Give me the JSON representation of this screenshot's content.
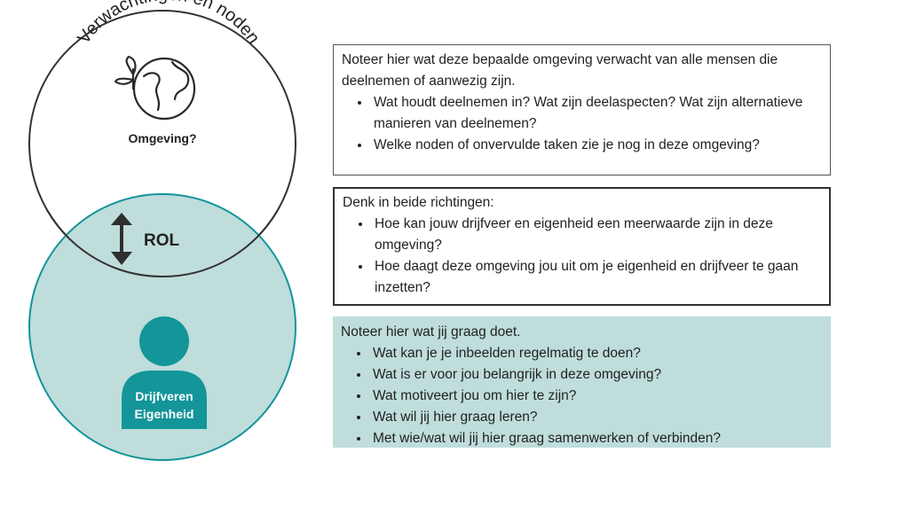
{
  "diagram": {
    "arc_text": "Verwachtingen en noden",
    "environment_label": "Omgeving?",
    "role_label": "ROL",
    "person_label_line1": "Drijfveren",
    "person_label_line2": "Eigenheid",
    "icons": [
      "globe-with-leaves-icon",
      "double-arrow-icon",
      "person-icon"
    ],
    "colors": {
      "outer_circle_stroke": "#333333",
      "inner_circle_stroke": "#13949a",
      "inner_circle_fill": "#bfdddb",
      "person_fill": "#13959a",
      "icon_stroke": "#2a2a2a"
    }
  },
  "boxes": [
    {
      "intro": "Noteer hier wat deze bepaalde omgeving verwacht van alle mensen die deelnemen of aanwezig zijn.",
      "bullets": [
        "Wat houdt deelnemen in? Wat zijn deelaspecten? Wat zijn alternatieve manieren van deelnemen?",
        "Welke noden of onvervulde taken zie je nog in deze omgeving?"
      ]
    },
    {
      "intro": "Denk in beide richtingen:",
      "bullets": [
        "Hoe kan jouw drijfveer en eigenheid een meerwaarde zijn in deze omgeving?",
        "Hoe daagt deze omgeving jou uit om je eigenheid en drijfveer te gaan inzetten?"
      ]
    },
    {
      "intro": "Noteer hier wat jij graag doet.",
      "bullets": [
        "Wat kan je je inbeelden regelmatig te doen?",
        "Wat is er voor jou belangrijk in deze omgeving?",
        "Wat motiveert jou om hier te zijn?",
        "Wat wil jij hier graag leren?",
        "Met wie/wat wil jij hier graag samenwerken of verbinden?"
      ]
    }
  ]
}
